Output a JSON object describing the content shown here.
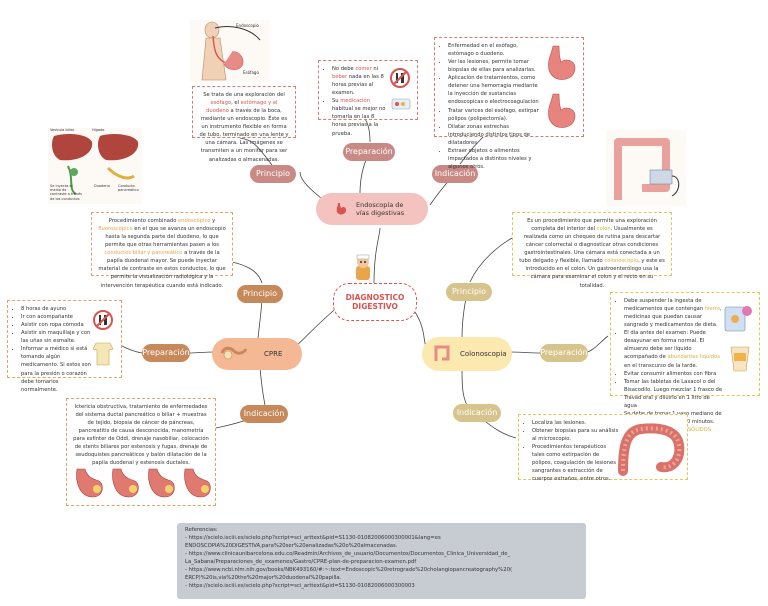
{
  "center": {
    "title": "DIAGNOSTICO DIGESTIVO"
  },
  "endoscopia": {
    "title": "Endoscopía de vías digestivas",
    "principio": "Principio",
    "preparacion": "Preparación",
    "indicacion": "Indicación",
    "principio_text": [
      "Se trata de una exploración del ",
      "esófago",
      ", el ",
      "estómago y el duodeno",
      " a través de la boca, mediante un endoscopio. Éste es un instrumento flexible en forma de tubo, terminado en una lente y una cámara. Las imágenes se transmiten a un monitor para ser analizadas o almacenadas."
    ],
    "preparacion_items": [
      [
        "No debe ",
        "comer",
        " ni ",
        "beber",
        " nada en las 8 horas previas al examen."
      ],
      [
        "Su ",
        "medicación",
        " habitual se mejor no tomarla en las 8 horas previas a la prueba."
      ]
    ],
    "indicacion_items": [
      "Enfermedad en el esófago, estómago o duodeno.",
      "Ver las lesiones, permite tomar biopsias de ellas para analizarlas.",
      "Aplicación de tratamientos, como detener una hemorragia mediante la inyección de sustancias endoscopicas o electrocoagulación",
      "Tratar varices del esófago, extirpar pólipos (polipectomía).",
      "Dilatar zonas estrechas introduciendo distintos tipos de dilatadores",
      "Extraer objetos o alimentos impactados a distintos niveles y algunos otros."
    ],
    "img_label": "Esófago",
    "img_label2": "Endoscopio"
  },
  "cpre": {
    "title": "CPRE",
    "principio": "Principio",
    "preparacion": "Preparación",
    "indicacion": "Indicación",
    "principio_text": [
      "Procedimiento combinado ",
      "endoscópico",
      " y ",
      "fluoroscópico",
      " en el que se avanza un endoscopio hasta la segunda parte del duodeno, lo que permite que otras herramientas pasen a los ",
      "conductos biliar y pancreático",
      " a través de la papila duodenal mayor. Se puede inyectar material de contraste en estos conductos, lo que permite la visualización radiológica y la intervención terapéutica cuando está indicado."
    ],
    "preparacion_items": [
      "8 horas de ayuno",
      "Ir con acompañante",
      "Asistir con ropa cómoda",
      "Asistir sin maquillaje y con las uñas sin esmalte.",
      "Informar a médico si está tomando algún medicamento. Si estos son para la presión o corazón debe tomarlos normalmente."
    ],
    "indicacion_text": "Ictericia obstructiva, tratamiento de enfermedades del sistema ductal pancreático o biliar + muestras de tejido, biopsia de cáncer de páncreas, pancreatitis de causa desconocida, manometría para esfínter de Oddi, drenaje nasobiliar, colocación de stents biliares por estenosis y fugas, drenaje de seudoquistes pancreáticos y balón dilatación de la papila duodenal y estenosis ductales.",
    "img_labels": [
      "Hígado",
      "Vesícula biliar",
      "Duodeno",
      "Conducto pancreático",
      "Se inyecta el medio de contraste a través de los conductos"
    ]
  },
  "colonoscopia": {
    "title": "Colonoscopia",
    "principio": "Principio",
    "preparacion": "Preparación",
    "indicacion": "Indicación",
    "principio_text": [
      "Es un procedimiento que permite una exploración completa del interior del ",
      "colon",
      ". Usualmente es realizada como un chequeo de rutina para descartar cáncer colorrectal o diagnosticar otras condiciones gastrointestinales. Una cámara está conectada a un tubo delgado y flexible, llamado ",
      "colonoscopio",
      ", y este es introducido en el colon. Un gastroenterólogo usa la cámara para examinar el colon y el recto en su totalidad."
    ],
    "preparacion_items": [
      [
        "Debe suspender la ingesta de medicamentos que contengan ",
        "hierro",
        ", medicinas que puedan causar sangrado y medicamentos de dieta."
      ],
      [
        "El día antes del examen: Puede desayunar en forma normal. El almuerzo debe ser líquido acompañado de ",
        "abundantes líquidos",
        " en el transcurso de la tarde."
      ],
      [
        "Evitar consumir alimentos con fibra",
        "",
        ""
      ],
      [
        "Tomar las tabletas de Laxacol o del Bisacodilo. Luego mezclar 1 frasco de Travad oral y diluirlo en 1 litro de agua",
        "",
        ""
      ],
      [
        "Se debe de tomar 1 vaso mediano de esta preparación cada 30 minutos.",
        "",
        ""
      ],
      [
        "",
        "NO DESERÁ ALIMENTOS SÓLIDOS",
        ""
      ]
    ],
    "indicacion_items": [
      "Localiza las lesiones.",
      "Obtener biopsias para su análisis al microscopio.",
      "Procedimientos terapéuticos tales como extirpación de pólipos, coagulación de lesiones sangrantes o extracción de cuerpos extraños, entre otros."
    ]
  },
  "referencias": {
    "title": "Referencias:",
    "items": [
      "- https://scielo.isciii.es/scielo.php?script=sci_arttext&pid=S1130-01082006000300001&lang=es",
      "ENDOSCOPIA%20DIGESTIVA,para%20ser%20analizadas%20o%20almacenadas.",
      "- https://www.clinicaunibarcelona.edu.co/Readmin/Archivos_de_usuario/Documentos/Documentos_Clinica_Universidad_de_",
      "La_Sabana/Preparaciones_de_examenes/Gastro/CPRE-plan-de-preparacion-examen.pdf",
      "- https://www.ncbi.nlm.nih.gov/books/NBK493160/#:~:text=Endoscopic%20retrograde%20cholangiopancreatography%20(",
      "ERCP)%20is,via%20the%20major%20duodenal%20papilla.",
      "- https://scielo.isciii.es/scielo.php?script=sci_arttext&pid=S1130-01082006000300003"
    ]
  },
  "colors": {
    "endo": "#c98a86",
    "cpre": "#c7885a",
    "colo": "#d7c48c",
    "accent_red": "#d9534f"
  }
}
